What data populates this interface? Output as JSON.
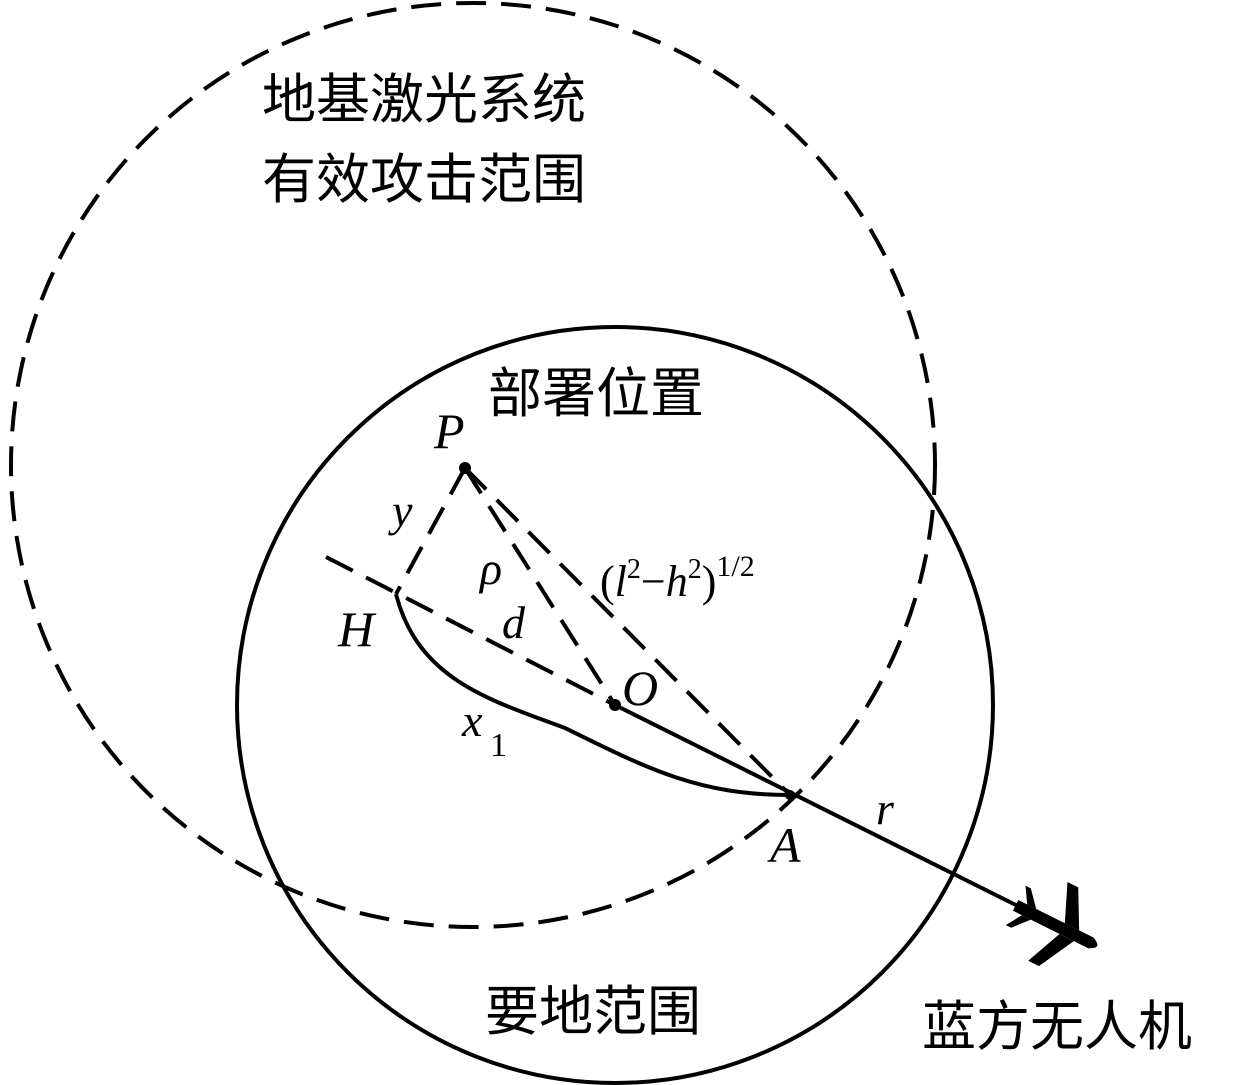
{
  "labels": {
    "laser_range_line1": "地基激光系统",
    "laser_range_line2": "有效攻击范围",
    "deploy_position": "部署位置",
    "key_area_range": "要地范围",
    "blue_uav": "蓝方无人机"
  },
  "points": {
    "P": "P",
    "H": "H",
    "O": "O",
    "A": "A"
  },
  "symbols": {
    "y": "y",
    "rho": "ρ",
    "d": "d",
    "x": "x",
    "x_sub": "1",
    "r": "r"
  },
  "formula": {
    "open": "(",
    "l": "l",
    "l_exp": "2",
    "minus": "−",
    "h": "h",
    "h_exp": "2",
    "close": ")",
    "exp": "1/2"
  },
  "icons": {
    "aircraft": "airplane-icon"
  },
  "colors": {
    "ink": "#000000",
    "background": "#ffffff"
  }
}
